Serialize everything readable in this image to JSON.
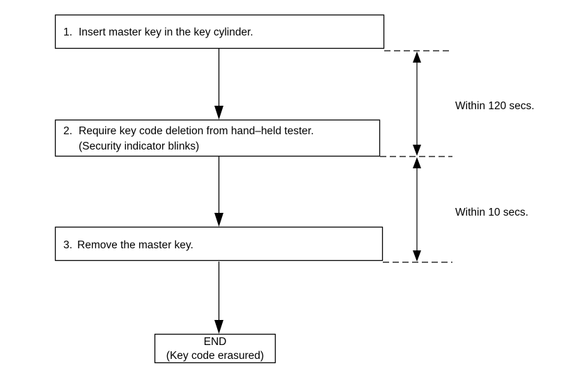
{
  "steps": [
    {
      "number": "1.",
      "lines": [
        "Insert master key in the key cylinder."
      ]
    },
    {
      "number": "2.",
      "lines": [
        "Require key code deletion from hand–held tester.",
        "(Security indicator blinks)"
      ]
    },
    {
      "number": "3.",
      "lines": [
        "Remove the master key."
      ]
    }
  ],
  "end": {
    "title": "END",
    "subtitle": "(Key code erasured)"
  },
  "timings": [
    {
      "label": "Within 120 secs."
    },
    {
      "label": "Within 10 secs."
    }
  ],
  "colors": {
    "line": "#000000",
    "background": "#ffffff"
  }
}
